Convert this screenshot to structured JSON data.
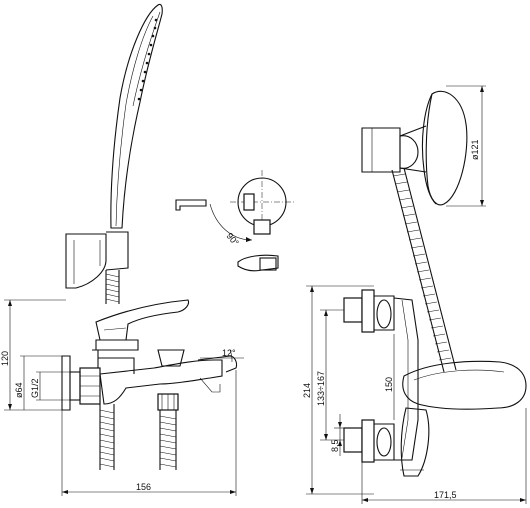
{
  "drawing": {
    "left_view": {
      "height_120": "120",
      "dia_64": "ø64",
      "thread_g12": "G1/2",
      "angle_12": "12°",
      "width_156": "156"
    },
    "detail": {
      "angle_90": "90°"
    },
    "right_view": {
      "dia_121": "ø121",
      "height_214": "214",
      "range_133_167": "133÷167",
      "spacing_150": "150",
      "offset_8_5": "8,5",
      "depth_171_5": "171,5"
    }
  }
}
